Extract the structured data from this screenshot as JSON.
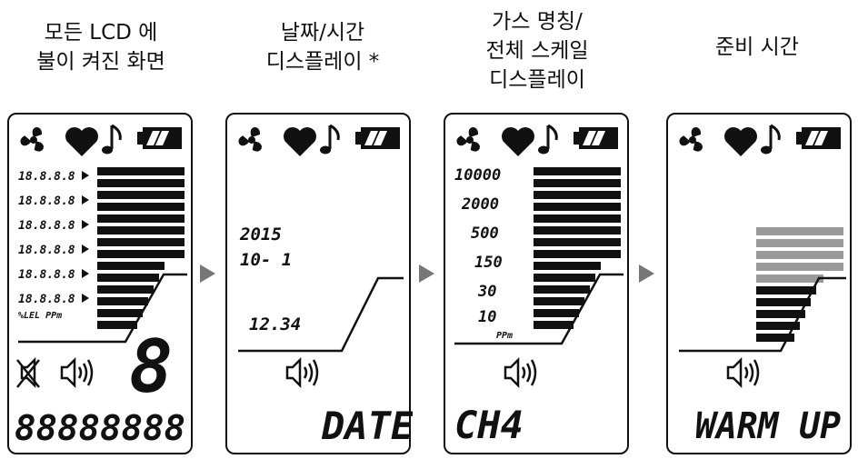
{
  "captions": [
    {
      "line1": "모든 LCD 에",
      "line2": "불이 켜진 화면",
      "line3": ""
    },
    {
      "line1": "날짜/시간",
      "line2": "디스플레이 *",
      "line3": ""
    },
    {
      "line1": "가스 명칭/",
      "line2": "전체 스케일",
      "line3": "디스플레이"
    },
    {
      "line1": "준비 시간",
      "line2": "",
      "line3": ""
    }
  ],
  "panel1": {
    "rows": [
      "18.8.8.8",
      "18.8.8.8",
      "18.8.8.8",
      "18.8.8.8",
      "18.8.8.8",
      "18.8.8.8"
    ],
    "units": "%LEL PPm",
    "big_digit": "8",
    "bottom_digits": "88888888"
  },
  "panel2": {
    "year": "2015",
    "month_day": "10- 1",
    "time": "12.34",
    "word": "DATE"
  },
  "panel3": {
    "scale": [
      "10000",
      "2000",
      "500",
      "150",
      "30",
      "10"
    ],
    "unit": "PPm",
    "word": "CH4"
  },
  "panel4": {
    "word": "WARM UP"
  },
  "colors": {
    "lcd": "#111111",
    "arrow": "#777777",
    "dim_bar": "#9a9a9a"
  }
}
